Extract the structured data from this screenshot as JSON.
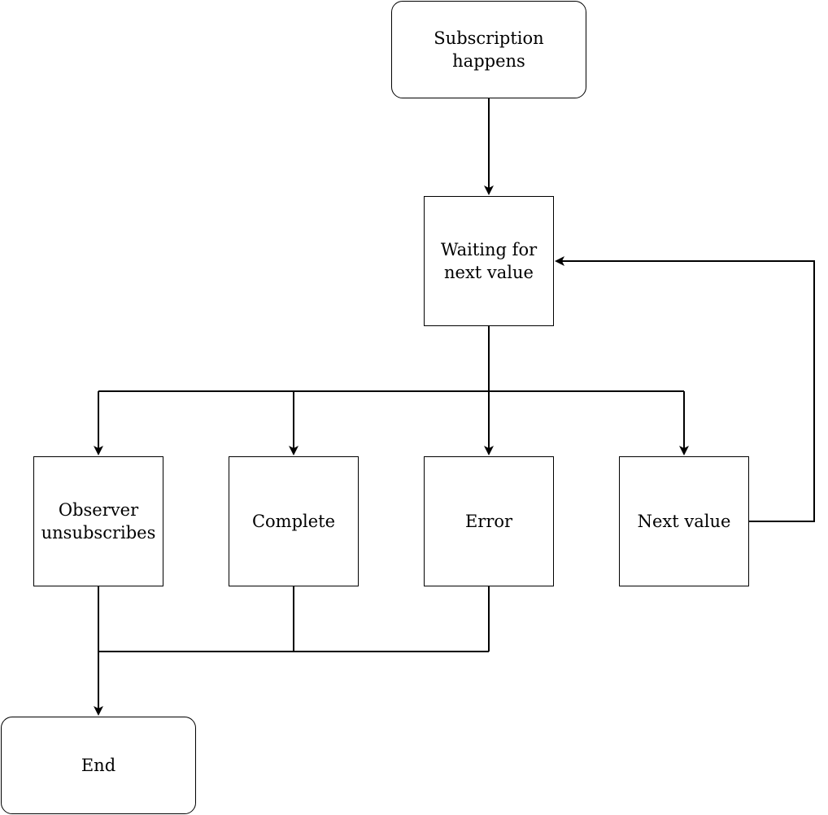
{
  "diagram": {
    "nodes": {
      "start": {
        "line1": "Subscription",
        "line2": "happens"
      },
      "waiting": {
        "line1": "Waiting for",
        "line2": "next value"
      },
      "unsubscribe": {
        "line1": "Observer",
        "line2": "unsubscribes"
      },
      "complete": {
        "label": "Complete"
      },
      "error": {
        "label": "Error"
      },
      "next": {
        "label": "Next value"
      },
      "end": {
        "label": "End"
      }
    }
  }
}
